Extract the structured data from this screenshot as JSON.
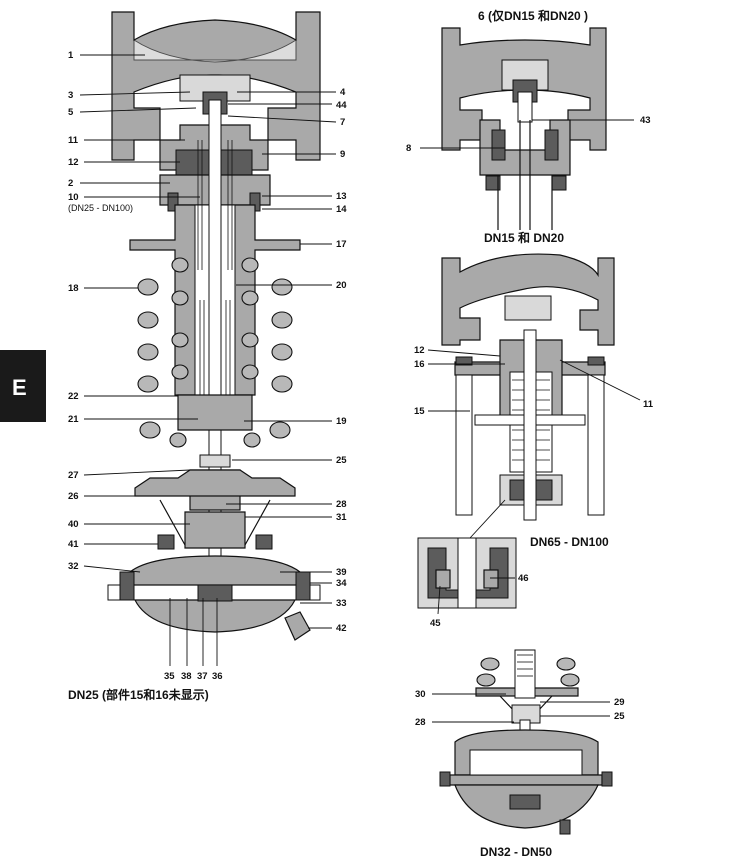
{
  "side_tab": {
    "letter": "E",
    "color": "#1a1a1a"
  },
  "captions": {
    "detail_title": "6 (仅DN15 和DN20 )",
    "dn15_dn20": "DN15 和 DN20",
    "dn65_dn100": "DN65 - DN100",
    "dn25_note": "DN25 (部件15和16未显示)",
    "dn32_dn50": "DN32 - DN50"
  },
  "main_labels_left": [
    "1",
    "3",
    "5",
    "11",
    "12",
    "2",
    "10",
    "18",
    "22",
    "21",
    "27",
    "26",
    "40",
    "41",
    "32"
  ],
  "main_note_10": "(DN25 - DN100)",
  "main_labels_right": [
    "4",
    "44",
    "7",
    "9",
    "13",
    "14",
    "17",
    "20",
    "19",
    "25",
    "28",
    "31",
    "39",
    "34",
    "33",
    "42"
  ],
  "main_labels_bottom": [
    "35",
    "38",
    "37",
    "36"
  ],
  "dn15_labels": [
    "8",
    "43"
  ],
  "dn65_labels": [
    "12",
    "16",
    "15",
    "11"
  ],
  "inset_labels": [
    "46",
    "45"
  ],
  "dn32_labels": [
    "30",
    "28",
    "29",
    "25"
  ],
  "colors": {
    "casting": "#a9a9a9",
    "dark_part": "#5c5c5c",
    "inset_bg": "#d9d9d9"
  }
}
